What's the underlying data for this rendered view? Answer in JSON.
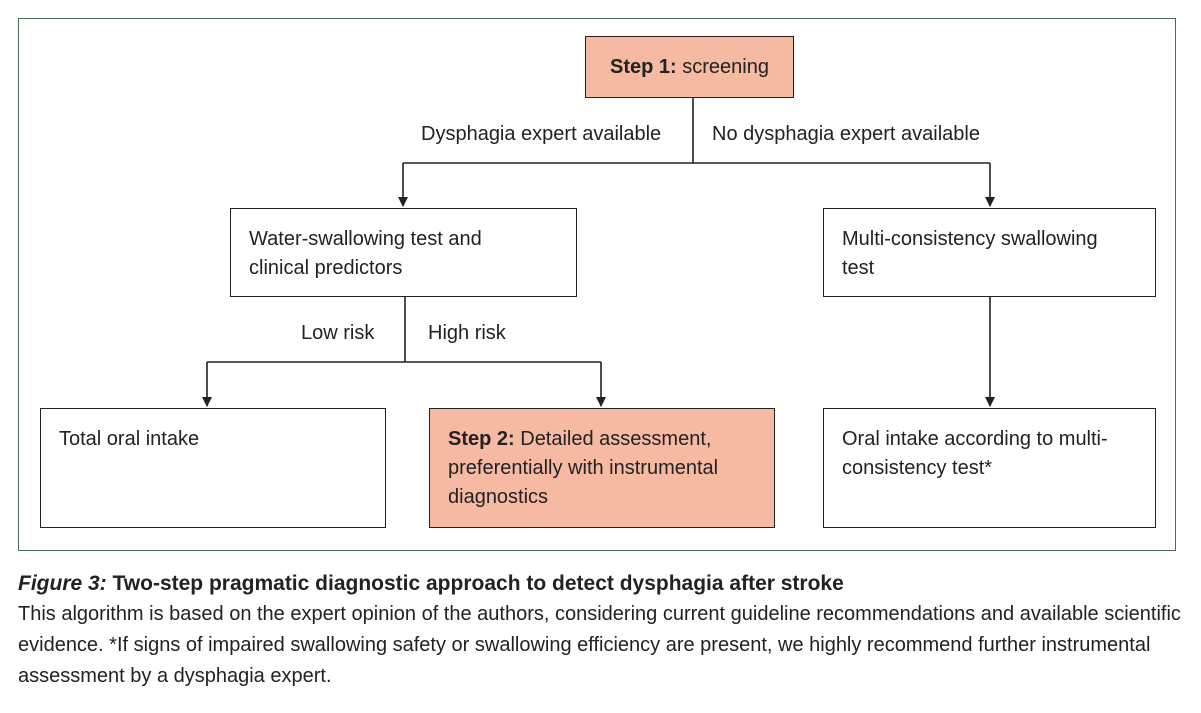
{
  "diagram": {
    "step1": {
      "bold": "Step 1:",
      "text": " screening"
    },
    "branch_left": "Dysphagia expert available",
    "branch_right": "No dysphagia expert available",
    "water_test": "Water-swallowing test and clinical predictors",
    "multi_test": "Multi-consistency swallowing test",
    "low_risk": "Low risk",
    "high_risk": "High risk",
    "total_oral": "Total oral intake",
    "step2": {
      "bold": "Step 2:",
      "text": " Detailed assessment, preferentially with instrumental diagnostics"
    },
    "oral_multi": "Oral intake according to multi-consistency test*",
    "colors": {
      "highlight": "#f6b9a2",
      "frame": "#4a6b55"
    }
  },
  "caption": {
    "figure_label": "Figure 3:",
    "title": " Two-step pragmatic diagnostic approach to detect dysphagia after stroke",
    "body": "This algorithm is based on the expert opinion of the authors, considering current guideline recommendations and available scientific evidence. *If signs of impaired swallowing safety or swallowing efficiency are present, we highly recommend further instrumental assessment by a dysphagia expert."
  }
}
